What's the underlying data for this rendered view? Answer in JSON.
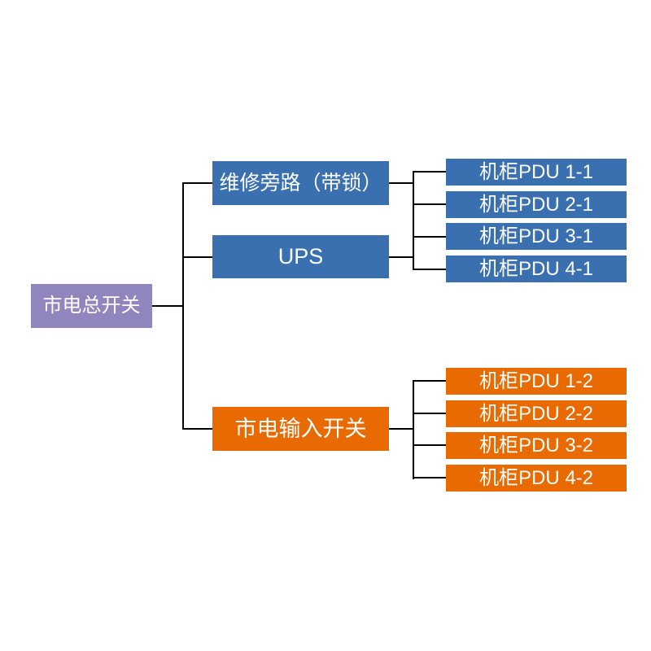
{
  "colors": {
    "purple": "#9185BE",
    "blue": "#3A6FB0",
    "orange": "#E86A00",
    "line": "#000000",
    "text_on_fill": "#FFFFFF",
    "background": "#FFFFFF"
  },
  "diagram": {
    "root": {
      "label": "市电总开关"
    },
    "branches": [
      {
        "label": "维修旁路（带锁）",
        "color_key": "blue"
      },
      {
        "label": "UPS",
        "color_key": "blue"
      },
      {
        "label": "市电输入开关",
        "color_key": "orange"
      }
    ],
    "pdu_group_top": {
      "color_key": "blue",
      "items": [
        "机柜PDU 1-1",
        "机柜PDU 2-1",
        "机柜PDU 3-1",
        "机柜PDU 4-1"
      ]
    },
    "pdu_group_bottom": {
      "color_key": "orange",
      "items": [
        "机柜PDU 1-2",
        "机柜PDU 2-2",
        "机柜PDU 3-2",
        "机柜PDU 4-2"
      ]
    }
  }
}
